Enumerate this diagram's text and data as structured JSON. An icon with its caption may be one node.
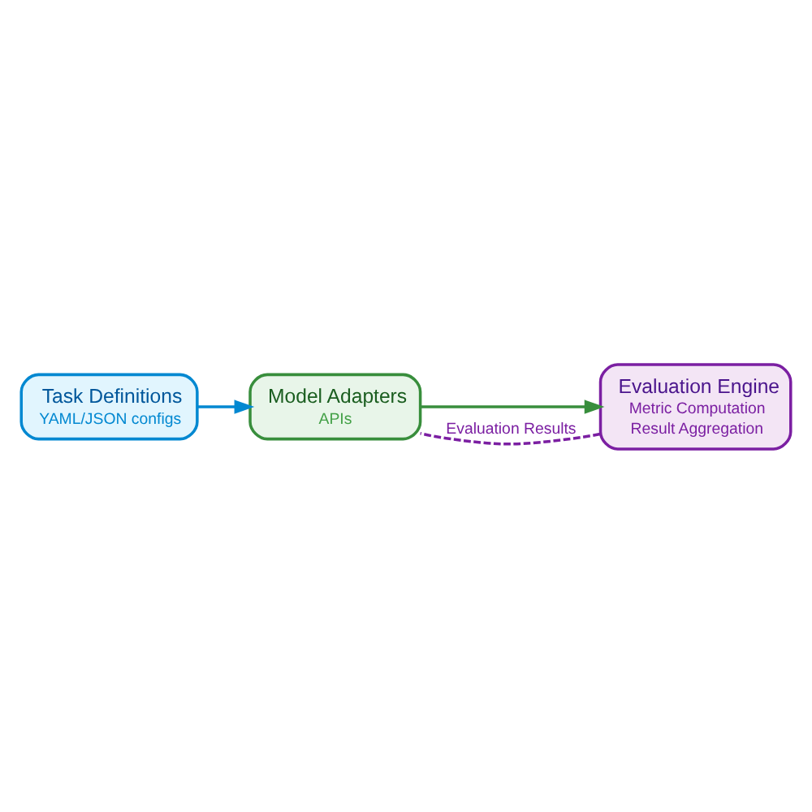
{
  "diagram": {
    "nodes": [
      {
        "text": [
          "Task Definitions",
          "YAML/JSON configs"
        ]
      },
      {
        "text": [
          "Model Adapters",
          "APIs"
        ]
      },
      {
        "text": [
          "Evaluation Engine",
          "Metric Computation",
          "Result Aggregation"
        ]
      }
    ],
    "edges": [
      {
        "from": 0,
        "to": 1,
        "arrow": "to",
        "color": "#0288d1"
      },
      {
        "from": 1,
        "to": 2,
        "arrow": "to",
        "color": "#388e3c"
      },
      {
        "from": 2,
        "to": 1,
        "arrow": "none",
        "label": "Evaluation Results",
        "style": "dashed",
        "color": "#7b1fa2"
      }
    ]
  }
}
